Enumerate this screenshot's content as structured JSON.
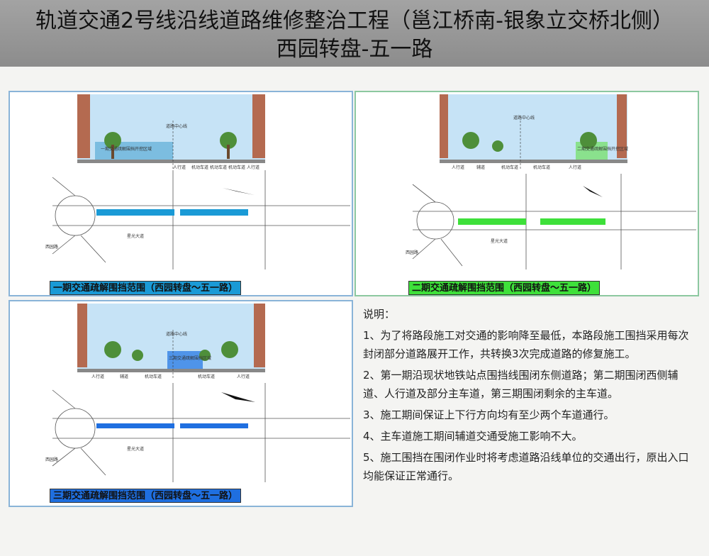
{
  "header": {
    "title_line1": "轨道交通2号线沿线道路维修整治工程（邕江桥南-银象立交桥北侧）",
    "title_line2": "西园转盘-五一路"
  },
  "colors": {
    "phase1": "#1a9ad6",
    "phase2": "#3ee03a",
    "phase3": "#1f6fe0",
    "panel1_border": "#8ab4d8",
    "panel2_border": "#8cc8a0",
    "panel3_border": "#8ab4d8"
  },
  "panels": [
    {
      "label": "一期交通疏解围挡范围（西园转盘～五一路）",
      "section_note": "一期交通疏解围挡开挖区域",
      "lanes": [
        "人行道",
        "机动车道",
        "机动车道",
        "机动车道",
        "人行道"
      ]
    },
    {
      "label": "二期交通疏解围挡范围（西园转盘～五一路）",
      "section_note": "二期交通疏解围挡开挖区域",
      "lanes": [
        "人行道",
        "辅道",
        "机动车道",
        "机动车道",
        "人行道"
      ]
    },
    {
      "label": "三期交通疏解围挡范围（西园转盘～五一路）",
      "section_note": "三期交通疏解围挡区域",
      "lanes": [
        "人行道",
        "辅道",
        "机动车道",
        "机动车道",
        "人行道"
      ]
    }
  ],
  "map_labels": {
    "road_center": "道路中心线",
    "avenue": "星光大道",
    "roundabout_road": "西园路"
  },
  "notes": {
    "title": "说明：",
    "items": [
      "1、为了将路段施工对交通的影响降至最低，本路段施工围挡采用每次封闭部分道路展开工作，共转换3次完成道路的修复施工。",
      "2、第一期沿现状地铁站点围挡线围闭东侧道路；第二期围闭西侧辅道、人行道及部分主车道，第三期围闭剩余的主车道。",
      "3、施工期间保证上下行方向均有至少两个车道通行。",
      "4、主车道施工期间辅道交通受施工影响不大。",
      "5、施工围挡在围闭作业时将考虑道路沿线单位的交通出行，原出入口均能保证正常通行。"
    ]
  }
}
